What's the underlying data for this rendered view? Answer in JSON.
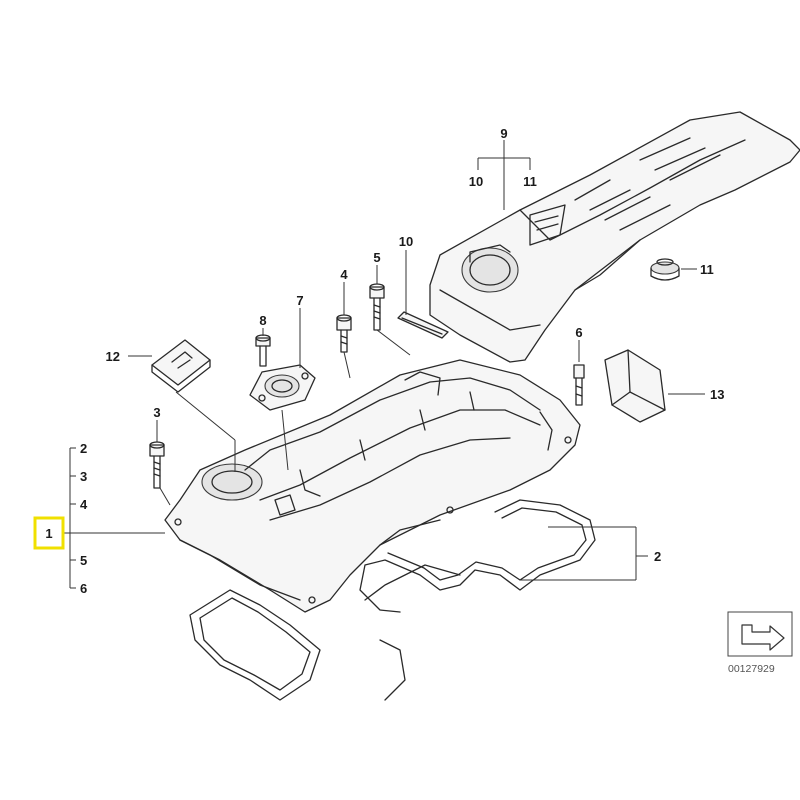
{
  "diagram": {
    "reference_number": "00127929",
    "highlight_color": "#f0e000",
    "callouts": {
      "c9": "9",
      "c10a": "10",
      "c11a": "11",
      "c10b": "10",
      "c11b": "11",
      "c5": "5",
      "c4": "4",
      "c8": "8",
      "c7": "7",
      "c12": "12",
      "c6": "6",
      "c13": "13",
      "c3": "3",
      "c2top": "2",
      "c3l": "3",
      "c4l": "4",
      "c1": "1",
      "c5l": "5",
      "c6l": "6",
      "c2r": "2"
    }
  }
}
